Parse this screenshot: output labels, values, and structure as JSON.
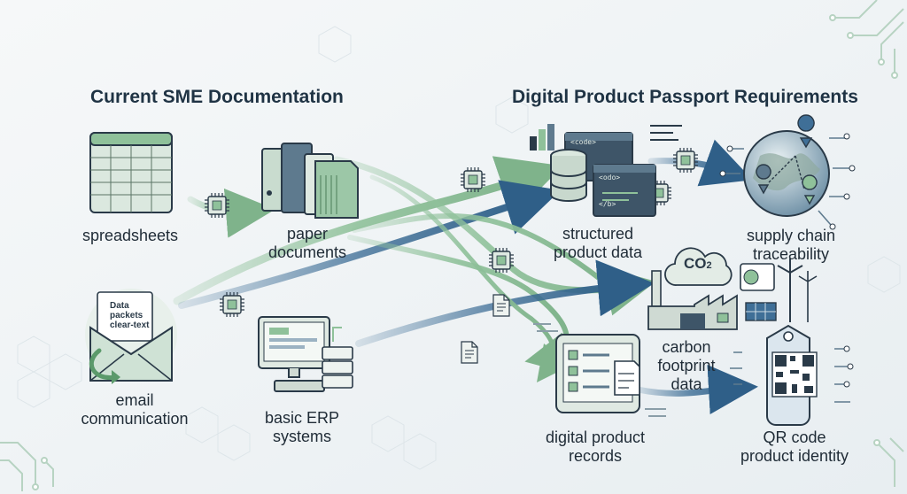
{
  "headings": {
    "left": "Current SME Documentation",
    "right": "Digital Product Passport Requirements"
  },
  "current_items": [
    {
      "label": "spreadsheets",
      "icon": "spreadsheet-icon"
    },
    {
      "label": "paper\ndocuments",
      "icon": "folders-icon"
    },
    {
      "label": "email\ncommunication",
      "icon": "envelope-icon"
    },
    {
      "label": "basic ERP\nsystems",
      "icon": "computer-icon"
    }
  ],
  "requirement_items": [
    {
      "label": "structured\nproduct data",
      "icon": "database-icon"
    },
    {
      "label": "supply chain\ntraceability",
      "icon": "globe-icon"
    },
    {
      "label": "carbon\nfootprint\ndata",
      "icon": "factory-icon"
    },
    {
      "label": "digital product\nrecords",
      "icon": "tablet-checklist-icon"
    },
    {
      "label": "QR code\nproduct identity",
      "icon": "qr-tag-icon"
    }
  ],
  "email_note": "Data\npackets\nclear-text",
  "co2": {
    "main": "CO",
    "sub": "2"
  },
  "code_tags": {
    "a": "<code>",
    "b": "<odo>",
    "c": "</b>"
  },
  "colors": {
    "green": "#8fc19a",
    "blue": "#3f6f97",
    "dark": "#2a3a48"
  }
}
